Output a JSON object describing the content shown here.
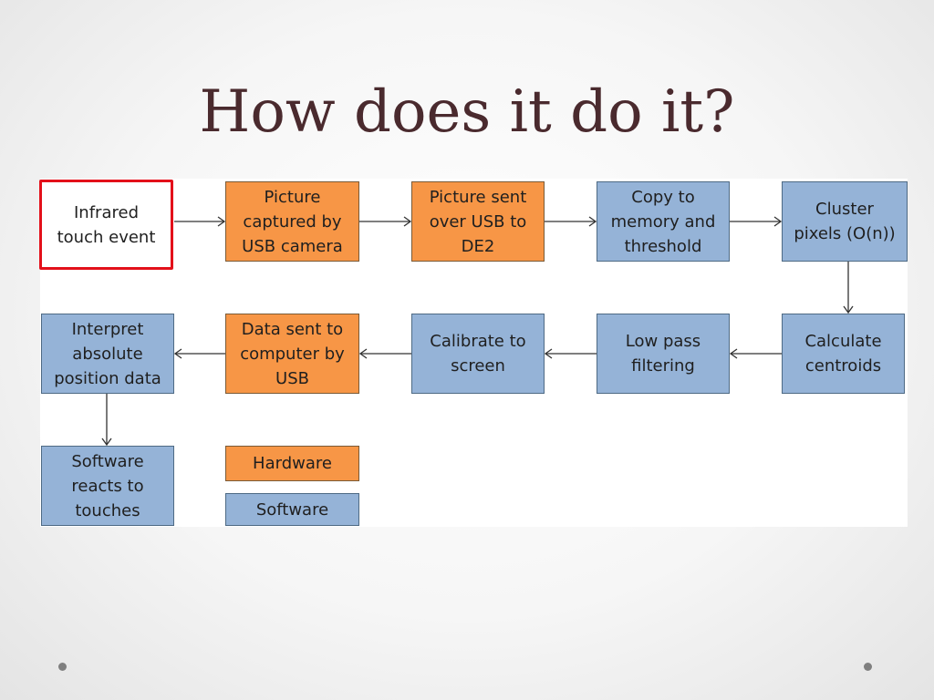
{
  "slide": {
    "title": "How does it do it?"
  },
  "diagram": {
    "nodes": {
      "infrared": "Infrared\ntouch event",
      "picture_captured": "Picture\ncaptured by\nUSB camera",
      "picture_sent": "Picture sent\nover USB to\nDE2",
      "copy_memory": "Copy to\nmemory and\nthreshold",
      "cluster": "Cluster\npixels (O(n))",
      "centroids": "Calculate\ncentroids",
      "low_pass": "Low pass\nfiltering",
      "calibrate": "Calibrate to\nscreen",
      "data_sent": "Data sent to\ncomputer by\nUSB",
      "interpret": "Interpret\nabsolute\nposition data",
      "software_reacts": "Software\nreacts to\ntouches"
    },
    "legend": {
      "hardware": "Hardware",
      "software": "Software"
    },
    "colors": {
      "hardware": "#f79646",
      "software": "#95b3d7",
      "start_border": "#e3101a",
      "title": "#4a2a2e"
    },
    "edges": [
      [
        "infrared",
        "picture_captured"
      ],
      [
        "picture_captured",
        "picture_sent"
      ],
      [
        "picture_sent",
        "copy_memory"
      ],
      [
        "copy_memory",
        "cluster"
      ],
      [
        "cluster",
        "centroids"
      ],
      [
        "centroids",
        "low_pass"
      ],
      [
        "low_pass",
        "calibrate"
      ],
      [
        "calibrate",
        "data_sent"
      ],
      [
        "data_sent",
        "interpret"
      ],
      [
        "interpret",
        "software_reacts"
      ]
    ]
  }
}
